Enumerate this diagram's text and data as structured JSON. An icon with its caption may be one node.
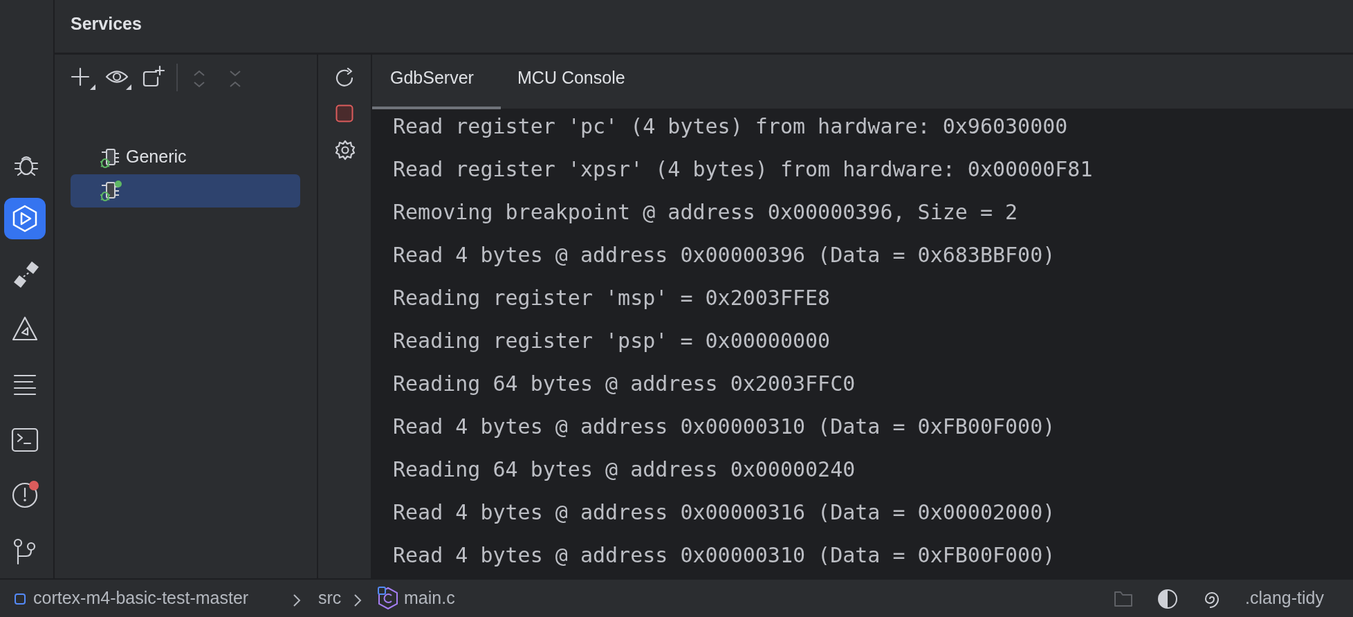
{
  "diagram": {
    "labels": [
      "Services",
      "Generic",
      "GdbServer",
      "MCU Console",
      "Read register 'pc' (4 bytes) from hardware: 0x96030000",
      "Read register 'xpsr' (4 bytes) from hardware: 0x00000F81",
      "Removing breakpoint @ address 0x00000396, Size = 2",
      "Read 4 bytes @ address 0x00000396 (Data = 0x683BBF00)",
      "Reading register 'msp' = 0x2003FFE8",
      "Reading register 'psp' = 0x00000000",
      "Reading 64 bytes @ address 0x2003FFC0",
      "Read 4 bytes @ address 0x00000310 (Data = 0xFB00F000)",
      "Reading 64 bytes @ address 0x00000240",
      "Read 4 bytes @ address 0x00000316 (Data = 0x00002000)",
      "Read 4 bytes @ address 0x00000310 (Data = 0xFB00F000)",
      "cortex-m4-basic-test-master",
      "src",
      "main.c",
      ".clang-tidy"
    ]
  }
}
